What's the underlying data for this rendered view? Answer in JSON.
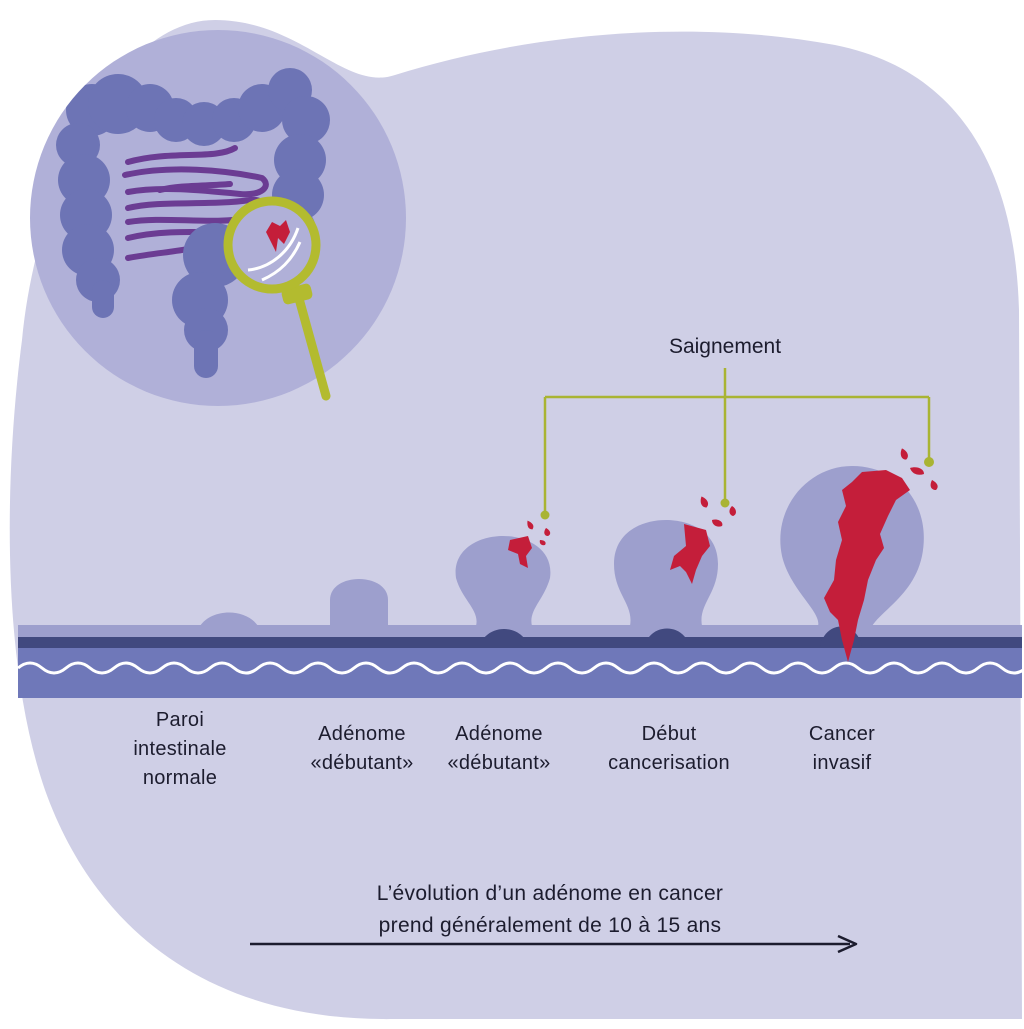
{
  "colors": {
    "page_bg": "#ffffff",
    "blob_bg": "#cfcfe6",
    "inset_bg": "#b0b0d8",
    "organ": "#6d74b5",
    "small_intestine": "#6b3c93",
    "polyp": "#9d9fcd",
    "wall_dark": "#41497f",
    "wall_wave": "#6f78b9",
    "blood": "#c41e3a",
    "callout_line": "#a9b433",
    "magnifier": "#b3bb2f",
    "text": "#1c1c2e"
  },
  "callout": {
    "label": "Saignement"
  },
  "stages": [
    {
      "id": "normal",
      "lines": [
        "Paroi",
        "intestinale",
        "normale"
      ]
    },
    {
      "id": "adenome-1",
      "lines": [
        "Adénome",
        "«débutant»"
      ]
    },
    {
      "id": "adenome-2",
      "lines": [
        "Adénome",
        "«débutant»"
      ]
    },
    {
      "id": "debut",
      "lines": [
        "Début",
        "cancerisation"
      ]
    },
    {
      "id": "invasif",
      "lines": [
        "Cancer",
        "invasif"
      ]
    }
  ],
  "timeline": {
    "line1": "L’évolution d’un adénome en cancer",
    "line2": "prend généralement de 10 à 15 ans"
  }
}
